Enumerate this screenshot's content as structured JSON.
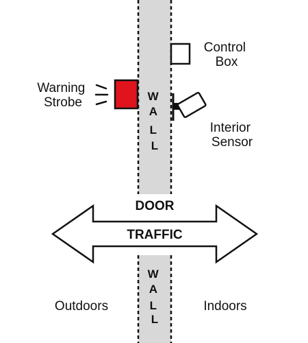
{
  "labels": {
    "control_box": [
      "Control",
      "Box"
    ],
    "warning_strobe": [
      "Warning",
      "Strobe"
    ],
    "interior_sensor": [
      "Interior",
      "Sensor"
    ],
    "wall_upper": "WALL",
    "wall_lower": "WALL",
    "door": "DOOR",
    "traffic": "TRAFFIC",
    "outdoors": "Outdoors",
    "indoors": "Indoors"
  },
  "colors": {
    "wall_fill": "#d8d8d8",
    "strobe": "#e0141c",
    "outline": "#111111",
    "background": "#ffffff"
  },
  "icons": {
    "strobe_rays": "light-rays-icon",
    "sensor": "motion-sensor-icon",
    "traffic_arrow": "double-arrow-icon"
  }
}
